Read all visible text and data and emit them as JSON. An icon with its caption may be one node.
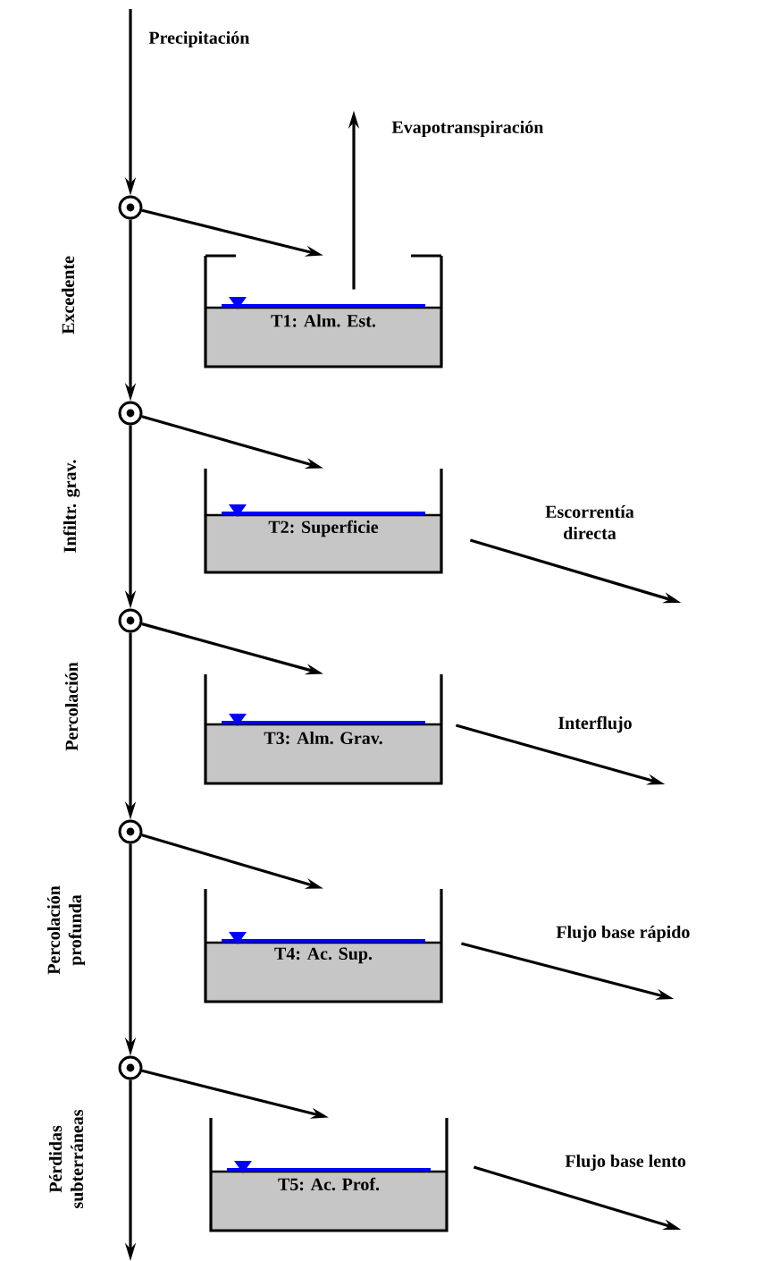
{
  "diagram": {
    "nodes": [
      {
        "text": [],
        "shape": "circle"
      },
      {
        "text": [],
        "shape": "circle"
      },
      {
        "text": [],
        "shape": "circle"
      },
      {
        "text": [],
        "shape": "circle"
      },
      {
        "text": [],
        "shape": "circle"
      },
      {
        "text": [
          "T1: Alm. Est."
        ]
      },
      {
        "text": [
          "T2: Superficie"
        ]
      },
      {
        "text": [
          "T3: Alm. Grav."
        ]
      },
      {
        "text": [
          "T4: Ac. Sup."
        ]
      },
      {
        "text": [
          "T5: Ac. Prof."
        ]
      }
    ],
    "edges": [
      {
        "from": null,
        "to": 0,
        "arrow": "to",
        "label": "Precipitación"
      },
      {
        "from": 0,
        "to": 5,
        "arrow": "to"
      },
      {
        "from": 5,
        "to": null,
        "arrow": "to",
        "label": "Evapotranspiración"
      },
      {
        "from": 0,
        "to": 1,
        "arrow": "to",
        "label": "Excedente"
      },
      {
        "from": 1,
        "to": 6,
        "arrow": "to"
      },
      {
        "from": 6,
        "to": null,
        "arrow": "to",
        "label": "Escorrentía directa"
      },
      {
        "from": 1,
        "to": 2,
        "arrow": "to",
        "label": "Infiltr. grav."
      },
      {
        "from": 2,
        "to": 7,
        "arrow": "to"
      },
      {
        "from": 7,
        "to": null,
        "arrow": "to",
        "label": "Interflujo"
      },
      {
        "from": 2,
        "to": 3,
        "arrow": "to",
        "label": "Percolación"
      },
      {
        "from": 3,
        "to": 8,
        "arrow": "to"
      },
      {
        "from": 8,
        "to": null,
        "arrow": "to",
        "label": "Flujo base rápido"
      },
      {
        "from": 3,
        "to": 4,
        "arrow": "to",
        "label": "Percolación profunda"
      },
      {
        "from": 4,
        "to": 9,
        "arrow": "to"
      },
      {
        "from": 9,
        "to": null,
        "arrow": "to",
        "label": "Flujo base lento"
      },
      {
        "from": 4,
        "to": null,
        "arrow": "to",
        "label": "Pérdidas subterráneas"
      }
    ]
  }
}
